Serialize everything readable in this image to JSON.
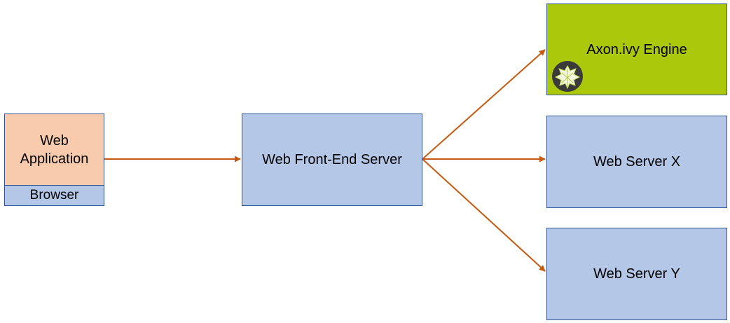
{
  "diagram": {
    "web_application_label": "Web Application",
    "browser_label": "Browser",
    "frontend_label": "Web Front-End Server",
    "engine_label": "Axon.ivy Engine",
    "server_x_label": "Web Server X",
    "server_y_label": "Web Server Y"
  },
  "colors": {
    "arrow": "#c55a11",
    "box_blue": "#b4c7e7",
    "box_border": "#2f5597",
    "web_app_fill": "#f8cbad",
    "engine_fill": "#acc80a"
  },
  "icons": {
    "engine_logo": "ivy-leaf-icon"
  }
}
